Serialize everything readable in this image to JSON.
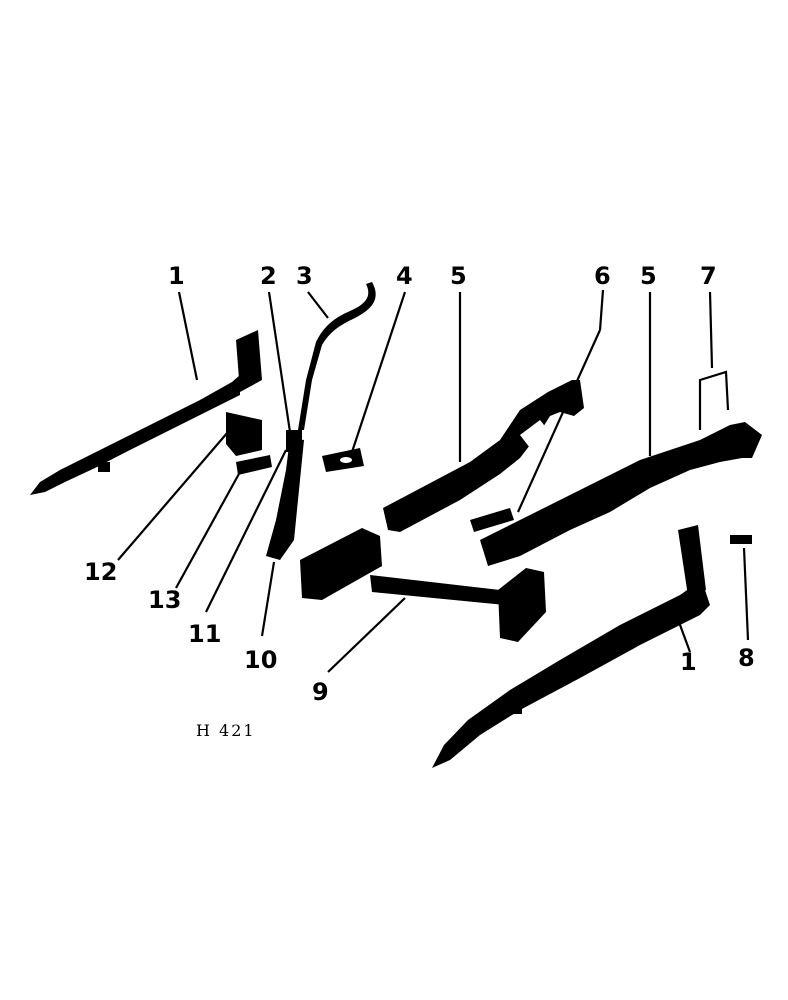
{
  "figure_ref": "H 421",
  "colors": {
    "ink": "#000000",
    "paper": "#ffffff"
  },
  "callouts": [
    {
      "id": "c1a",
      "label": "1"
    },
    {
      "id": "c2",
      "label": "2"
    },
    {
      "id": "c3",
      "label": "3"
    },
    {
      "id": "c4",
      "label": "4"
    },
    {
      "id": "c5a",
      "label": "5"
    },
    {
      "id": "c6",
      "label": "6"
    },
    {
      "id": "c5b",
      "label": "5"
    },
    {
      "id": "c7",
      "label": "7"
    },
    {
      "id": "c12",
      "label": "12"
    },
    {
      "id": "c13",
      "label": "13"
    },
    {
      "id": "c11",
      "label": "11"
    },
    {
      "id": "c10",
      "label": "10"
    },
    {
      "id": "c9",
      "label": "9"
    },
    {
      "id": "c1b",
      "label": "1"
    },
    {
      "id": "c8",
      "label": "8"
    }
  ]
}
